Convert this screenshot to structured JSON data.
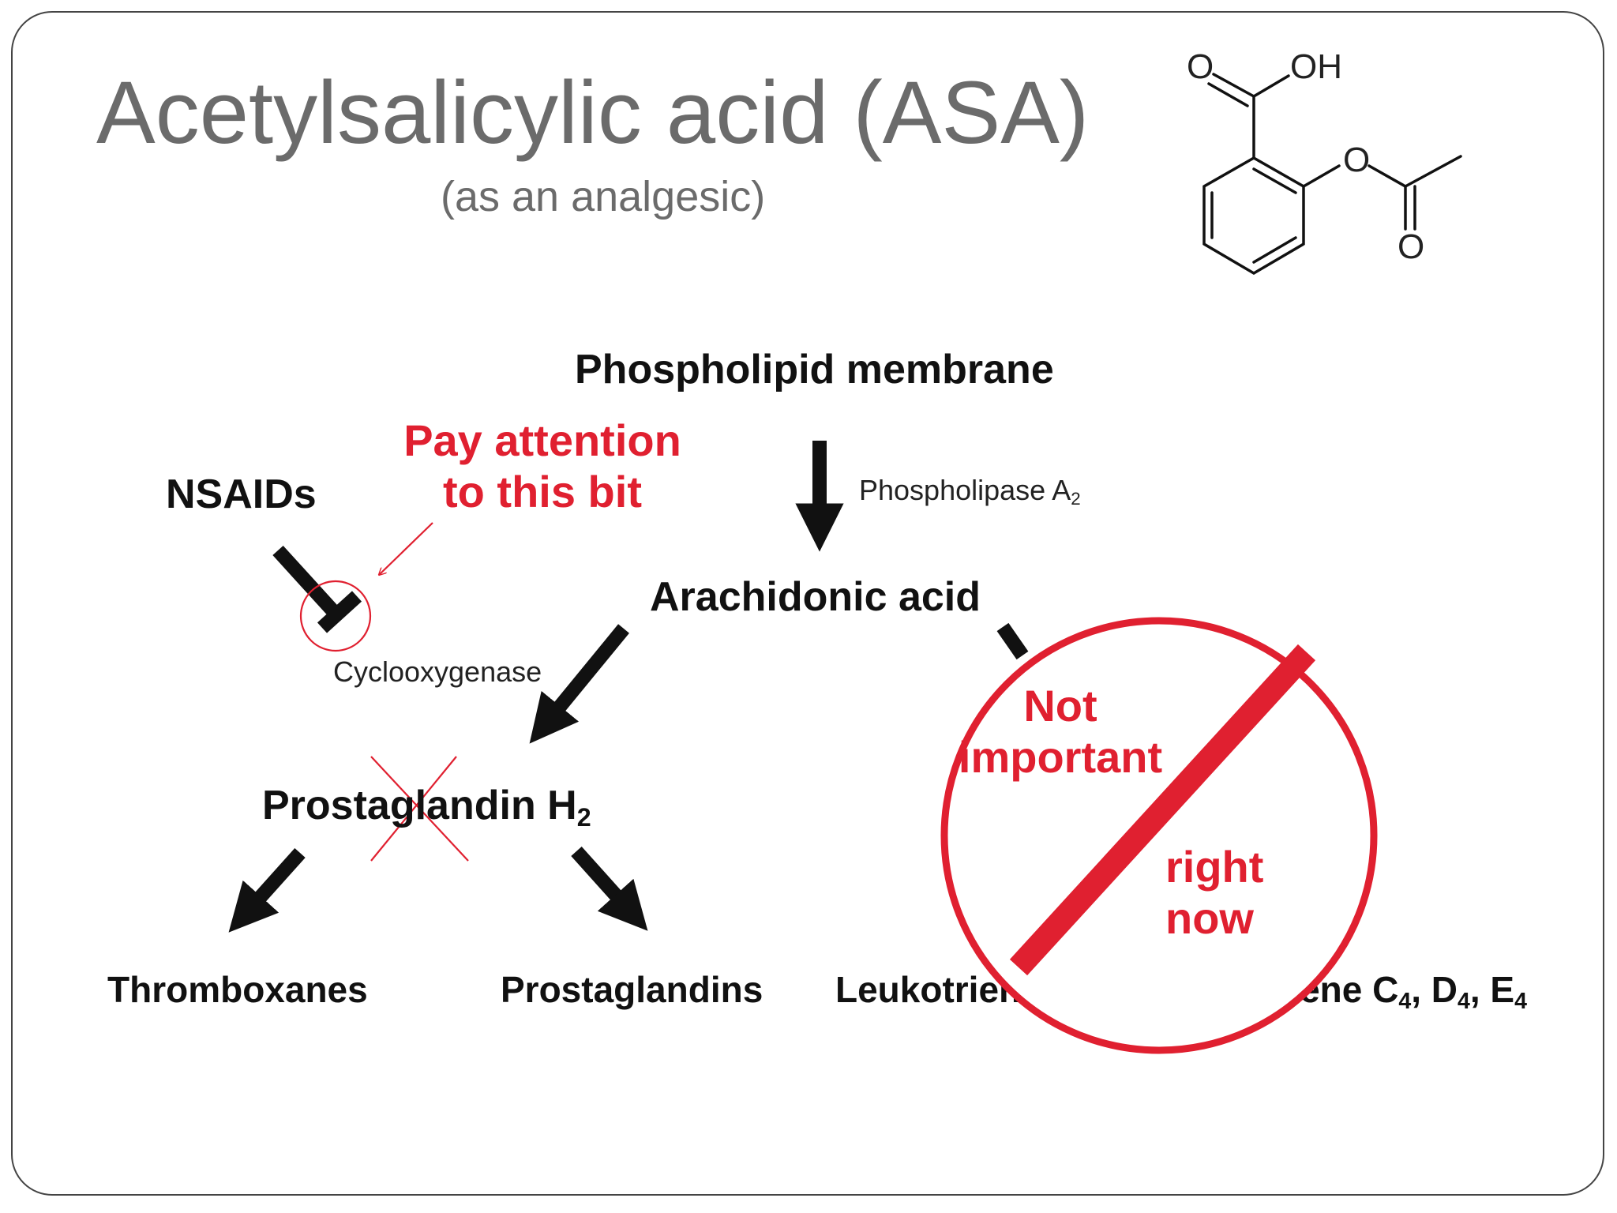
{
  "slide": {
    "title": "Acetylsalicylic acid (ASA)",
    "subtitle": "(as an analgesic)"
  },
  "molecule": {
    "atom_o_carbonyl_top": "O",
    "atom_oh": "OH",
    "atom_o_ester": "O",
    "atom_o_carbonyl_bottom": "O"
  },
  "pathway": {
    "phospholipid_membrane": "Phospholipid membrane",
    "phospholipase": "Phospholipase A",
    "phospholipase_sub": "2",
    "arachidonic_acid": "Arachidonic acid",
    "nsaids": "NSAIDs",
    "cyclooxygenase": "Cyclooxygenase",
    "prostaglandin_h": "Prostaglandin H",
    "prostaglandin_h_sub": "2",
    "thromboxanes": "Thromboxanes",
    "prostaglandins": "Prostaglandins",
    "leukotriene_b": "Leukotriene",
    "leukotriene_cde_prefix": "otriene C",
    "leukotriene_c_sub": "4",
    "leukotriene_d": ", D",
    "leukotriene_d_sub": "4",
    "leukotriene_e": ", E",
    "leukotriene_e_sub": "4"
  },
  "annotations": {
    "attention_line1": "Pay attention",
    "attention_line2": "to this bit",
    "not_important_line1": "Not",
    "not_important_line2": "important",
    "right_now_line1": "right",
    "right_now_line2": "now"
  },
  "colors": {
    "title_gray": "#6b6b6b",
    "annotation_red": "#e02030",
    "text_black": "#111111"
  }
}
